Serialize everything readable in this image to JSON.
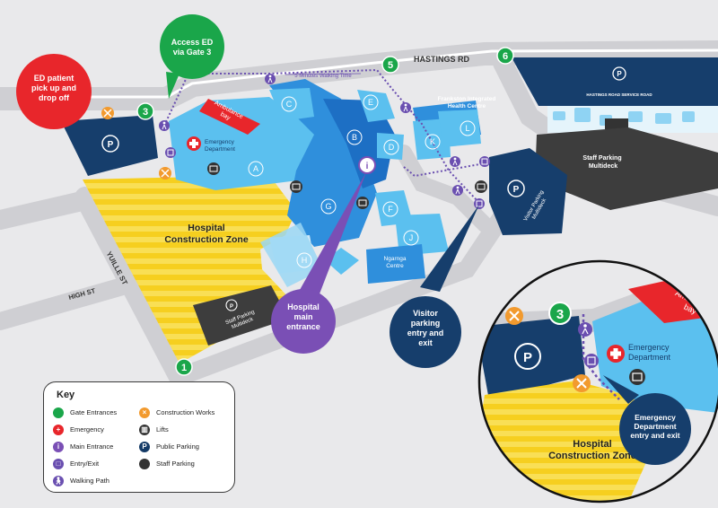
{
  "roads": {
    "hastings_rd": "HASTINGS RD",
    "hastings_service_rd": "HASTINGS ROAD SERVICE ROAD",
    "yuille_st": "YUILLE ST",
    "high_st": "HIGH ST"
  },
  "walking_time": "5 Minutes Walking Time",
  "areas": {
    "construction_zone": "Hospital Construction Zone",
    "ambulance_bay": "Ambulance bay",
    "emergency_department": "Emergency Department",
    "frankston_centre": "Frankston Integrated Health Centre",
    "ngarnga_centre": "Ngarnga Centre",
    "visitor_parking": "Visitor Parking Multideck",
    "staff_parking_multideck": "Staff Parking Multideck",
    "staff_parking_multideck_south": "Staff Parking Multideck"
  },
  "buildings": [
    "A",
    "B",
    "C",
    "D",
    "E",
    "F",
    "G",
    "H",
    "J",
    "K",
    "L"
  ],
  "gates": [
    "1",
    "3",
    "5",
    "6"
  ],
  "callouts": {
    "ed_pickup": "ED patient pick up and drop off",
    "access_ed": "Access ED via Gate 3",
    "main_entrance": "Hospital main entrance",
    "visitor_entry": "Visitor parking entry and exit",
    "ed_entry": "Emergency Department entry and exit"
  },
  "inset": {
    "gate": "3",
    "emergency_department": "Emergency Department",
    "ambulance_bay": "Ambulance bay",
    "construction_zone": "Hospital Construction Zone"
  },
  "key": {
    "title": "Key",
    "items_left": [
      {
        "label": "Gate Entrances",
        "color": "#1aa64a",
        "icon": "gate-entrance-icon"
      },
      {
        "label": "Emergency",
        "color": "#e8262b",
        "icon": "emergency-cross-icon"
      },
      {
        "label": "Main Entrance",
        "color": "#7a4fb5",
        "icon": "main-entrance-icon"
      },
      {
        "label": "Entry/Exit",
        "color": "#6a4fb0",
        "icon": "entry-exit-icon"
      },
      {
        "label": "Walking Path",
        "color": "#6a4fb0",
        "icon": "walking-path-icon"
      }
    ],
    "items_right": [
      {
        "label": "Construction Works",
        "color": "#f29a2e",
        "icon": "construction-works-icon"
      },
      {
        "label": "Lifts",
        "color": "#333333",
        "icon": "lifts-icon"
      },
      {
        "label": "Public Parking",
        "color": "#143a66",
        "icon": "public-parking-icon"
      },
      {
        "label": "Staff Parking",
        "color": "#333333",
        "icon": "staff-parking-icon"
      }
    ]
  },
  "colors": {
    "navy": "#163e6c",
    "hospital_light": "#5bc0ef",
    "hospital_mid": "#2f8fdc",
    "hospital_dark": "#1d6fc4",
    "construction": "#f6cf1f",
    "gate_green": "#1aa64a",
    "emergency_red": "#e8262b",
    "purple": "#6a4fb0",
    "orange": "#f29a2e",
    "staff_dark": "#3d3d3d"
  }
}
